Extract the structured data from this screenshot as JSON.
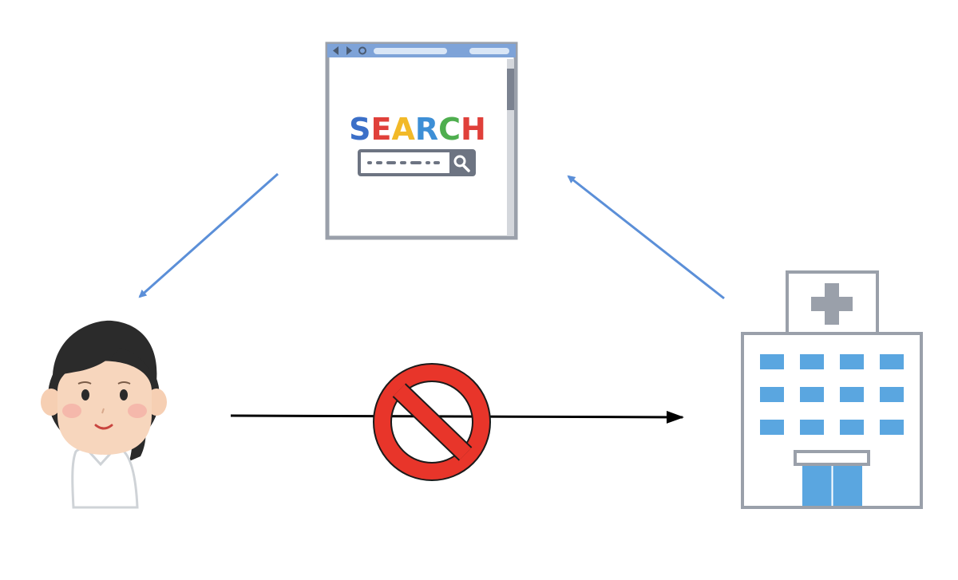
{
  "browser": {
    "search_word": [
      "S",
      "E",
      "A",
      "R",
      "C",
      "H"
    ],
    "letter_colors": [
      "#3b6fc8",
      "#e0403a",
      "#f2b928",
      "#3d8fd6",
      "#4eae4e",
      "#e0403a"
    ],
    "frame_color": "#9aa0aa",
    "titlebar_color": "#7ea3d8"
  },
  "icons": {
    "browser": "browser-window-icon",
    "person": "female-person-icon",
    "hospital": "hospital-building-icon",
    "prohibited": "no-entry-sign-icon",
    "magnifier": "magnifier-icon"
  },
  "colors": {
    "arrow_blue": "#5b8fd8",
    "arrow_black": "#000000",
    "prohibit_red": "#e8352a",
    "window_blue": "#5aa6e0"
  }
}
